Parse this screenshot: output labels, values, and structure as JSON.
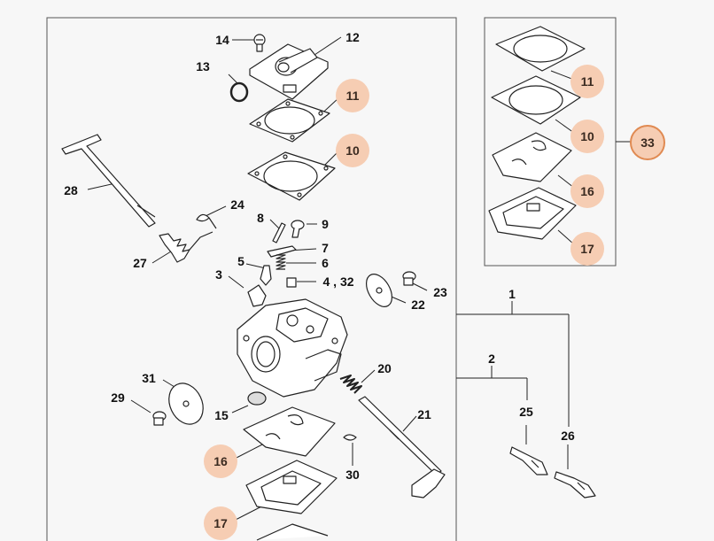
{
  "callouts": {
    "n1": "1",
    "n2": "2",
    "n3": "3",
    "n4_32": "4 , 32",
    "n5": "5",
    "n6": "6",
    "n7": "7",
    "n8": "8",
    "n9": "9",
    "n10": "10",
    "n11": "11",
    "n12": "12",
    "n13": "13",
    "n14": "14",
    "n15": "15",
    "n16": "16",
    "n17": "17",
    "n20": "20",
    "n21": "21",
    "n22": "22",
    "n23": "23",
    "n24": "24",
    "n25": "25",
    "n26": "26",
    "n27": "27",
    "n28": "28",
    "n29": "29",
    "n30": "30",
    "n31": "31",
    "kit11": "11",
    "kit10": "10",
    "kit16": "16",
    "kit17": "17",
    "kit33": "33"
  },
  "colors": {
    "line": "#222222",
    "frame": "#555555",
    "highlight": "#f6cdb3",
    "highlight_ring": "#e08a52"
  }
}
